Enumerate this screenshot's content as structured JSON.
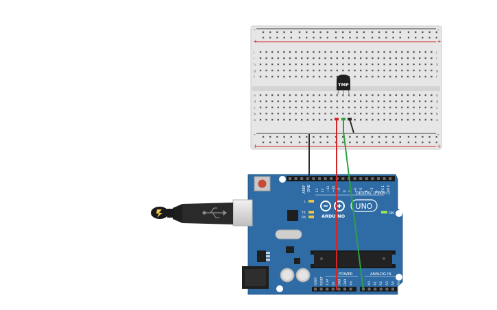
{
  "canvas": {
    "background": "#ffffff"
  },
  "breadboard": {
    "body_color": "#e6e6e6",
    "rail_minus_label": "-",
    "rail_plus_label": "+",
    "row_letters_top": [
      "j",
      "i",
      "h",
      "g",
      "f"
    ],
    "row_letters_bottom": [
      "e",
      "d",
      "c",
      "b",
      "a"
    ],
    "column_count": 30
  },
  "sensor": {
    "label": "TMP",
    "color": "#1f1f1f"
  },
  "wires": {
    "power_color": "#d32626",
    "signal_color": "#2ea043",
    "ground_color": "#2b2b2b"
  },
  "arduino": {
    "board_color": "#2f6ca5",
    "brand_text": "ARDUINO",
    "model_text": "UNO",
    "digital_header_label": "DIGITAL (PWM~)",
    "analog_header_label": "ANALOG IN",
    "power_header_label": "POWER",
    "led_l_label": "L",
    "led_tx_label": "TX",
    "led_rx_label": "RX",
    "on_label": "ON",
    "aref_label": "AREF",
    "gnd_label": "GND",
    "digital_pins": [
      "13",
      "12",
      "~11",
      "~10",
      "~9",
      "8",
      "7",
      "~6",
      "~5",
      "4",
      "~3",
      "2",
      "TX 1",
      "RX 0"
    ],
    "power_pins": [
      "IOREF",
      "RESET",
      "3.3V",
      "5V",
      "GND",
      "GND",
      "Vin"
    ],
    "analog_pins": [
      "A0",
      "A1",
      "A2",
      "A3",
      "A4",
      "A5"
    ]
  },
  "usb_cable": {
    "connector_color": "#2a2a2a",
    "plug_color": "#d9d9d9"
  }
}
